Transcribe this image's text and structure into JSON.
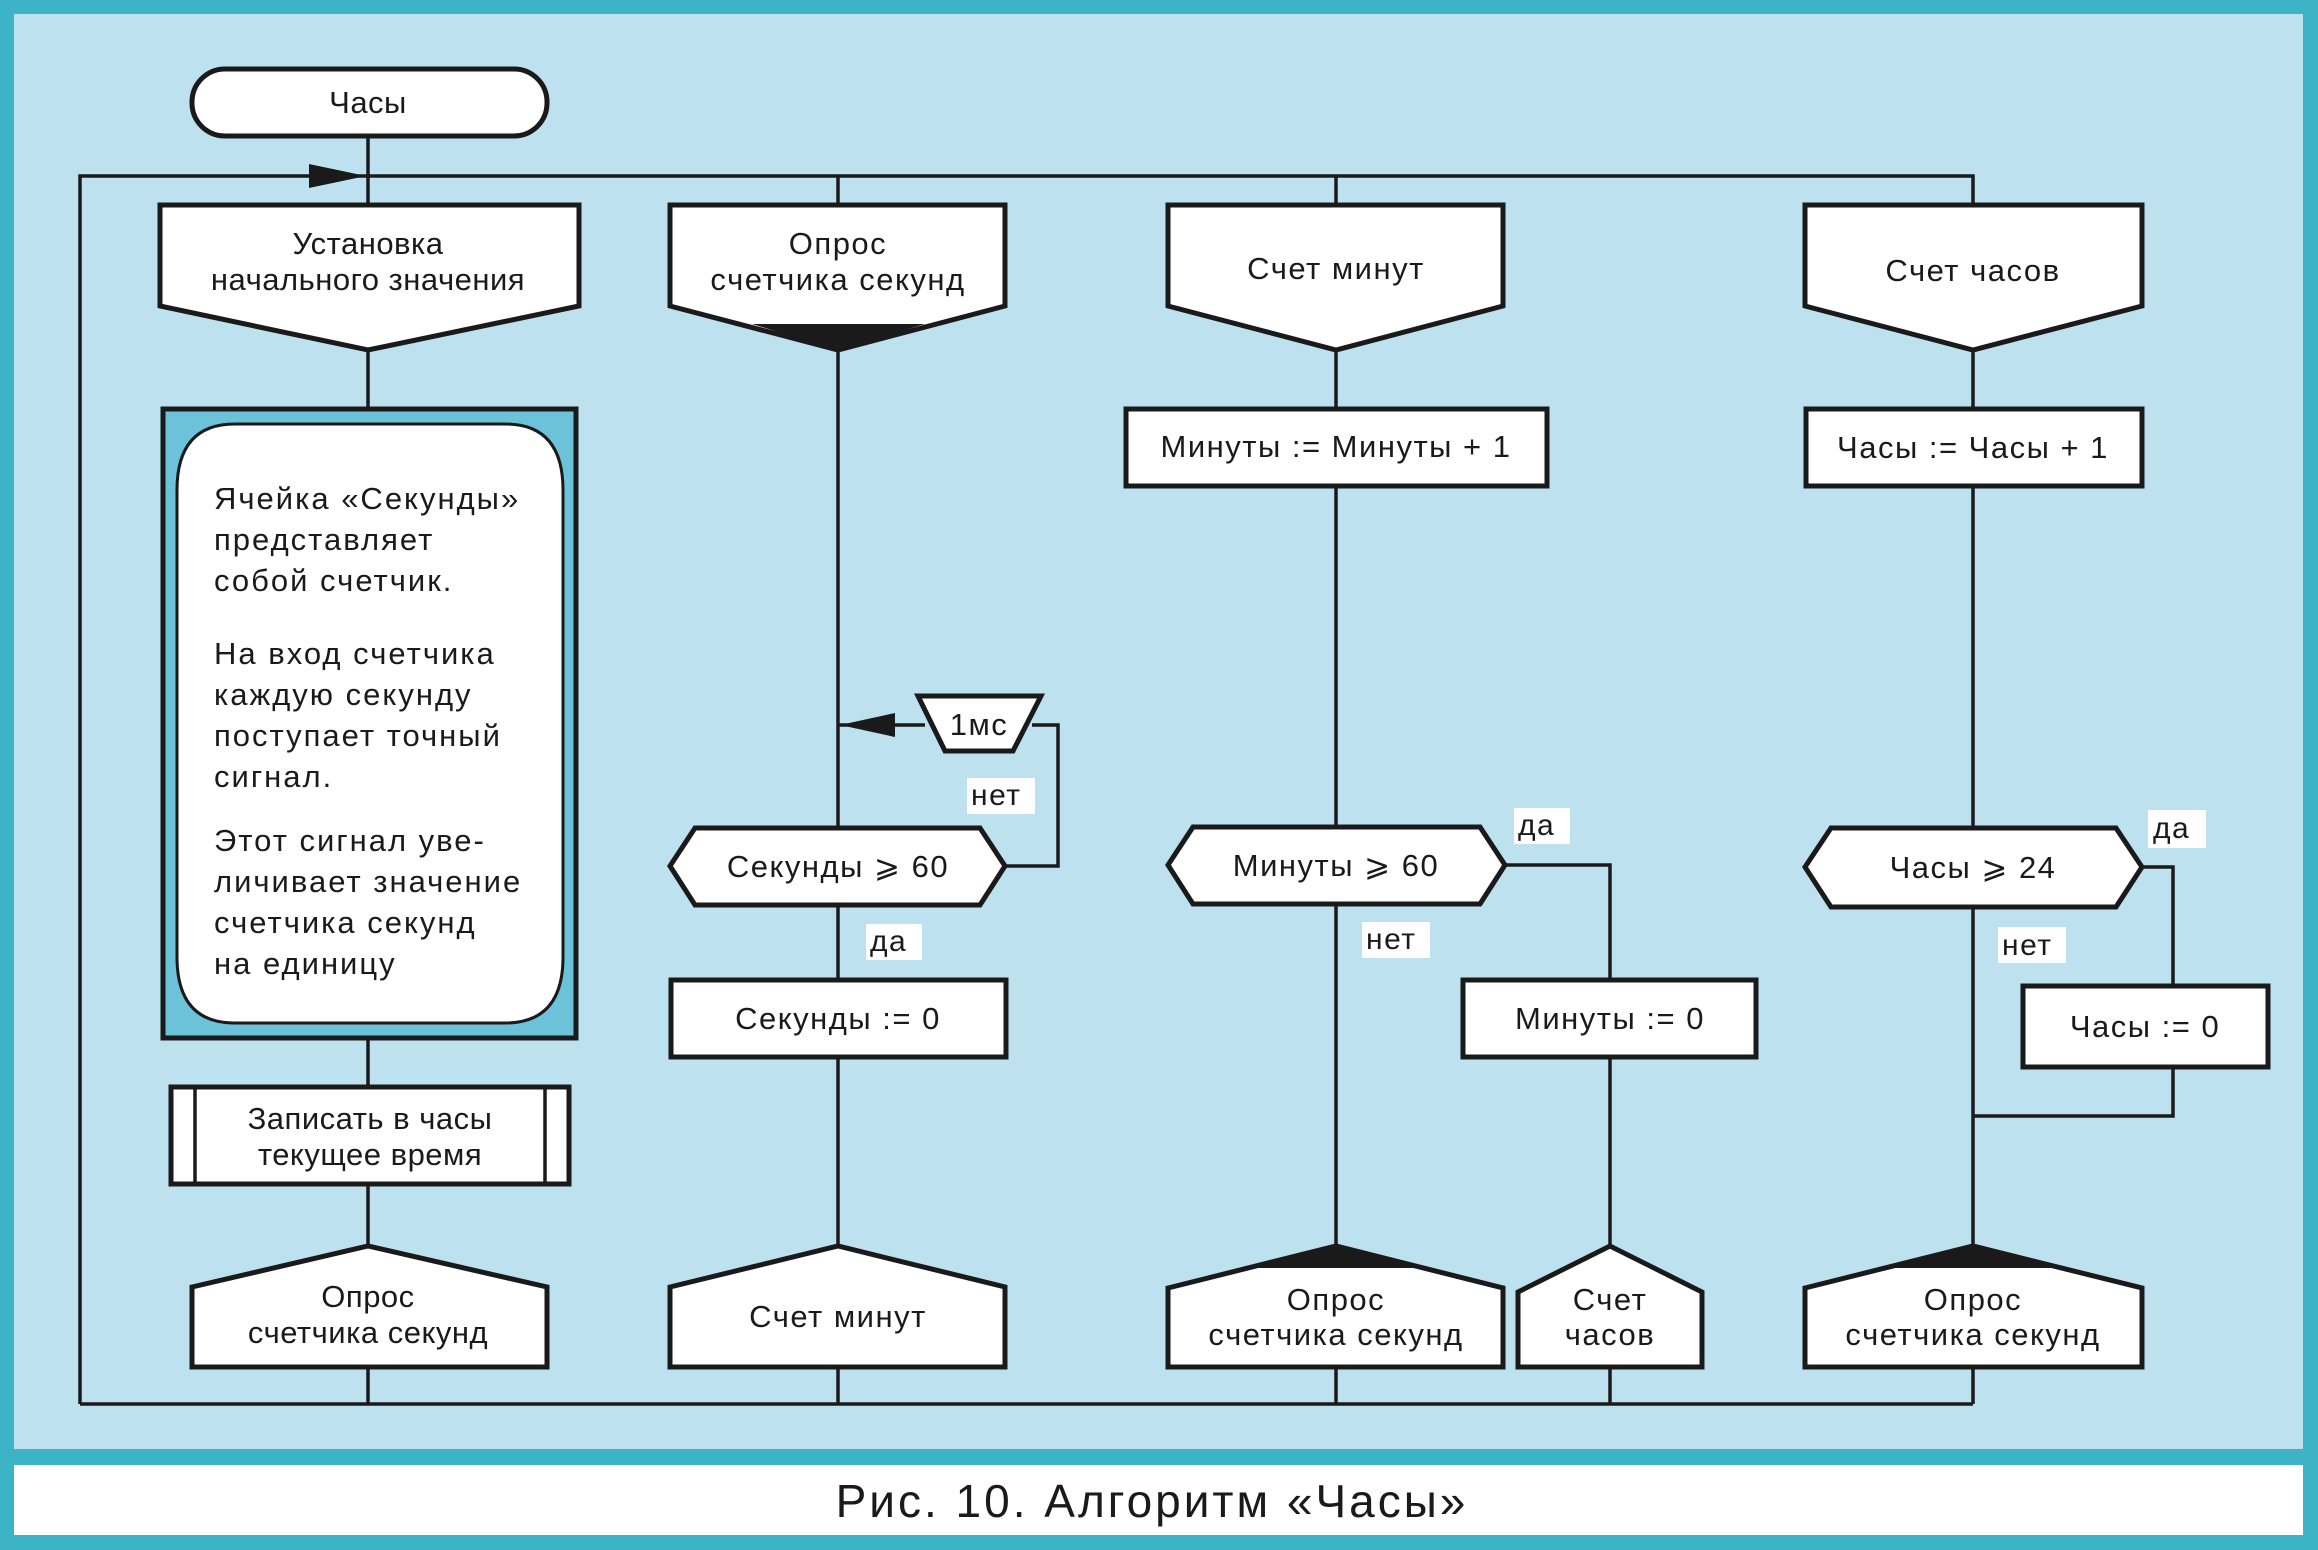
{
  "diagram": {
    "start": "Часы",
    "col1": {
      "init": [
        "Установка",
        "начального значения"
      ],
      "note": [
        "Ячейка «Секунды»",
        "представляет",
        "собой счетчик.",
        "На вход счетчика",
        "каждую секунду",
        "поступает точный",
        "сигнал.",
        "Этот сигнал уве-",
        "личивает значение",
        "счетчика секунд",
        "на единицу"
      ],
      "write_time": [
        "Записать в часы",
        "текущее время"
      ],
      "goto": [
        "Опрос",
        "счетчика секунд"
      ]
    },
    "col2": {
      "header": [
        "Опрос",
        "счетчика секунд"
      ],
      "timer": "1мс",
      "condition": "Секунды ⩾ 60",
      "no_label": "нет",
      "yes_label": "да",
      "reset": "Секунды := 0",
      "goto": "Счет минут"
    },
    "col3": {
      "header": "Счет минут",
      "increment": "Минуты := Минуты + 1",
      "condition": "Минуты ⩾ 60",
      "yes_label": "да",
      "no_label": "нет",
      "reset": "Минуты := 0",
      "goto_no": [
        "Опрос",
        "счетчика секунд"
      ],
      "goto_yes": [
        "Счет",
        "часов"
      ]
    },
    "col4": {
      "header": "Счет часов",
      "increment": "Часы := Часы + 1",
      "condition": "Часы ⩾ 24",
      "yes_label": "да",
      "no_label": "нет",
      "reset": "Часы := 0",
      "goto": [
        "Опрос",
        "счетчика секунд"
      ]
    }
  },
  "caption": "Рис. 10. Алгоритм «Часы»",
  "colors": {
    "frame": "#3cb3c7",
    "panel": "#bee1f0",
    "note_fill": "#6cc2d8",
    "stroke": "#1a1a1a",
    "box_fill": "#ffffff"
  }
}
